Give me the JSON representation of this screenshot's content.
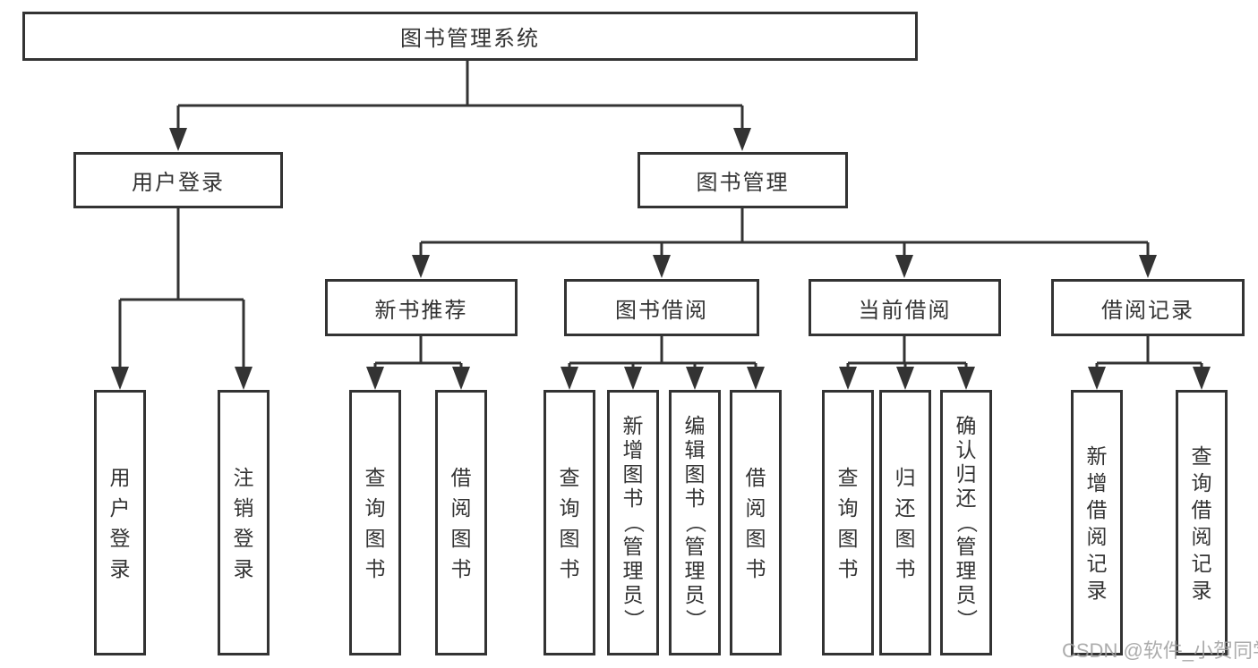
{
  "nodes": {
    "root": "图书管理系统",
    "user_login": "用户登录",
    "book_mgmt": "图书管理",
    "user_leaf_1": "用户登录",
    "user_leaf_2": "注销登录",
    "new_books": "新书推荐",
    "borrow": "图书借阅",
    "current": "当前借阅",
    "records": "借阅记录",
    "new_books_leaf_1": "查询图书",
    "new_books_leaf_2": "借阅图书",
    "borrow_leaf_1": "查询图书",
    "borrow_leaf_2": "新增图书（管理员）",
    "borrow_leaf_3": "编辑图书（管理员）",
    "borrow_leaf_4": "借阅图书",
    "current_leaf_1": "查询图书",
    "current_leaf_2": "归还图书",
    "current_leaf_3": "确认归还（管理员）",
    "records_leaf_1": "新增借阅记录",
    "records_leaf_2": "查询借阅记录"
  },
  "watermark": "CSDN @软件_小贺同学",
  "colors": {
    "line": "#333333",
    "box_border": "#333333",
    "text": "#333333",
    "watermark": "#9e9e9e",
    "background": "#ffffff"
  }
}
